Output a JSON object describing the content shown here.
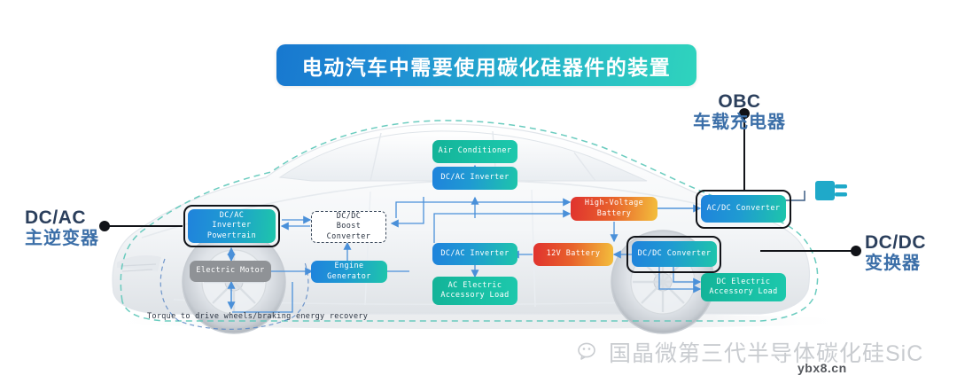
{
  "title": {
    "text": "电动汽车中需要使用碳化硅器件的装置"
  },
  "callouts": [
    {
      "id": "dcac",
      "line1": "DC/AC",
      "line2": "主逆变器"
    },
    {
      "id": "obc",
      "line1": "OBC",
      "line2": "车载充电器"
    },
    {
      "id": "dcdc",
      "line1": "DC/DC",
      "line2": "变换器"
    }
  ],
  "blocks": {
    "air_conditioner": {
      "line1": "Air Conditioner",
      "line2": ""
    },
    "dcac_inverter_top": {
      "line1": "DC/AC Inverter",
      "line2": ""
    },
    "dcac_inverter_powertrain": {
      "line1": "DC/AC",
      "line2": "Inverter Powertrain"
    },
    "dcdc_boost_converter": {
      "line1": "DC/DC",
      "line2": "Boost Converter"
    },
    "electric_motor": {
      "line1": "Electric Motor",
      "line2": ""
    },
    "engine_generator": {
      "line1": "Engine Generator",
      "line2": ""
    },
    "dcac_inverter_mid": {
      "line1": "DC/AC Inverter",
      "line2": ""
    },
    "ac_accessory_load": {
      "line1": "AC Electric",
      "line2": "Accessory Load"
    },
    "battery_12v": {
      "line1": "12V Battery",
      "line2": ""
    },
    "high_voltage_battery": {
      "line1": "High-Voltage Battery",
      "line2": ""
    },
    "acdc_converter": {
      "line1": "AC/DC Converter",
      "line2": ""
    },
    "dcdc_converter": {
      "line1": "DC/DC Converter",
      "line2": ""
    },
    "dc_accessory_load": {
      "line1": "DC Electric",
      "line2": "Accessory Load"
    }
  },
  "caption": {
    "torque": "Torque to drive wheels/braking energy recovery"
  },
  "watermark": {
    "text": "国晶微第三代半导体碳化硅SiC",
    "sub": "ybx8.cn",
    "icon": "wechat-icon"
  },
  "icons": {
    "charging_plug": "charging-plug-icon"
  },
  "colors": {
    "banner_start": "#1878cf",
    "banner_end": "#2fd4bd",
    "block_blue": "#1f83dc",
    "block_teal": "#1ec8ac",
    "battery_red": "#e0322e",
    "battery_yellow": "#f3bf3c",
    "wire": "#4a90d9",
    "callout_dark": "#2b3f5c",
    "callout_light": "#3c6fa8",
    "motor_gray": "#8f9296",
    "car_outline": "#5bc6b8"
  }
}
